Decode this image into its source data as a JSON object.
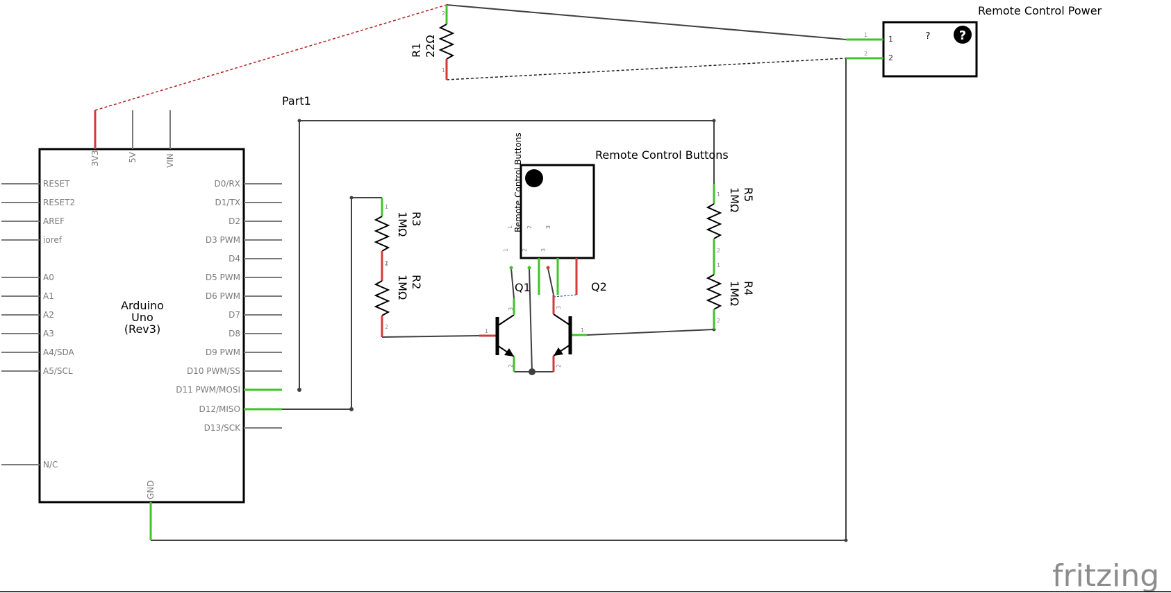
{
  "arduino": {
    "title_line1": "Arduino",
    "title_line2": "Uno",
    "title_line3": "(Rev3)",
    "top_pins": [
      "3V3",
      "5V",
      "VIN"
    ],
    "left_pins": [
      "RESET",
      "RESET2",
      "AREF",
      "ioref",
      "A0",
      "A1",
      "A2",
      "A3",
      "A4/SDA",
      "A5/SCL",
      "N/C"
    ],
    "right_pins": [
      "D0/RX",
      "D1/TX",
      "D2",
      "D3 PWM",
      "D4",
      "D5 PWM",
      "D6 PWM",
      "D7",
      "D8",
      "D9 PWM",
      "D10 PWM/SS",
      "D11 PWM/MOSI",
      "D12/MISO",
      "D13/SCK"
    ],
    "bottom_pin": "GND"
  },
  "r1": {
    "name": "R1",
    "value": "22Ω"
  },
  "r2": {
    "name": "R2",
    "value": "1MΩ"
  },
  "r3": {
    "name": "R3",
    "value": "1MΩ"
  },
  "r4": {
    "name": "R4",
    "value": "1MΩ"
  },
  "r5": {
    "name": "R5",
    "value": "1MΩ"
  },
  "q1": {
    "name": "Q1"
  },
  "q2": {
    "name": "Q2"
  },
  "part1": {
    "label": "Part1"
  },
  "buttons": {
    "label": "Remote Control Buttons",
    "side_label": "Remote Control Buttons",
    "pins": [
      "1",
      "2",
      "3"
    ]
  },
  "power": {
    "label": "Remote Control Power",
    "symbol": "?",
    "pins": [
      "1",
      "2"
    ]
  },
  "pin_numbers": {
    "one": "1",
    "two": "2",
    "three": "3"
  },
  "logo": {
    "text": "fritzing"
  },
  "colors": {
    "connected": "#41c32a",
    "unconnected": "#d23a3a",
    "wire": "#404040"
  }
}
